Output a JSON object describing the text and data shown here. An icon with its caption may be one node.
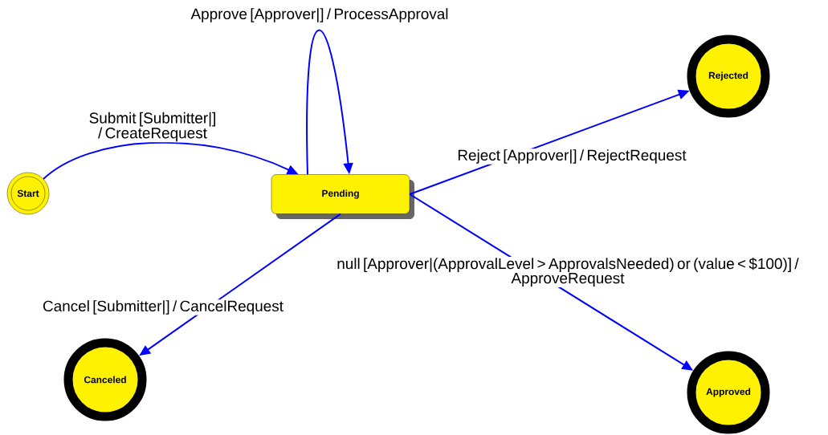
{
  "diagram": {
    "nodes": [
      {
        "text": [
          "Start"
        ]
      },
      {
        "text": [
          "Pending"
        ]
      },
      {
        "text": [
          "Rejected"
        ]
      },
      {
        "text": [
          "Canceled"
        ]
      },
      {
        "text": [
          "Approved"
        ]
      }
    ],
    "edges": [
      {
        "from": 0,
        "to": 1,
        "arrow": "to",
        "label": "Submit [Submitter|] / CreateRequest"
      },
      {
        "from": 1,
        "to": 1,
        "arrow": "to",
        "label": "Approve [Approver|] / ProcessApproval"
      },
      {
        "from": 1,
        "to": 2,
        "arrow": "to",
        "label": "Reject [Approver|] / RejectRequest"
      },
      {
        "from": 1,
        "to": 3,
        "arrow": "to",
        "label": "Cancel [Submitter|] / CancelRequest"
      },
      {
        "from": 1,
        "to": 4,
        "arrow": "to",
        "label": "null [Approver|(ApprovalLevel > ApprovalsNeeded) or (value < $100)] / ApproveRequest"
      }
    ]
  }
}
